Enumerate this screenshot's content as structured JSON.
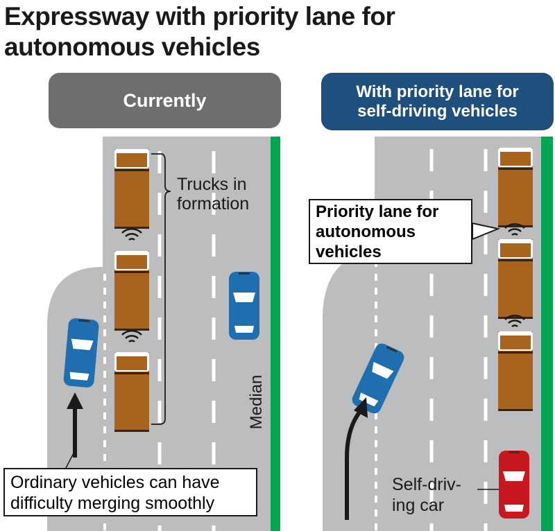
{
  "title": {
    "line1": "Expressway with priority lane for",
    "line2": "autonomous vehicles"
  },
  "panels": {
    "left": {
      "header": "Currently",
      "trucks_label": {
        "line1": "Trucks in",
        "line2": "formation"
      },
      "median_label": "Median",
      "merge_note": {
        "line1": "Ordinary vehicles can have",
        "line2": "difficulty merging smoothly"
      }
    },
    "right": {
      "header": {
        "line1": "With priority lane for",
        "line2": "self-driving vehicles"
      },
      "priority_note": {
        "line1": "Priority lane for",
        "line2": "autonomous",
        "line3": "vehicles"
      },
      "self_driving_label": {
        "line1": "Self-driv-",
        "line2": "ing car"
      }
    }
  },
  "colors": {
    "road": "#bcbdbf",
    "median": "#00a651",
    "truck": "#a8641f",
    "car_blue": "#1f6fb0",
    "car_red": "#c8171e",
    "header_gray": "#6d6e70",
    "header_blue": "#1f4f7c"
  }
}
